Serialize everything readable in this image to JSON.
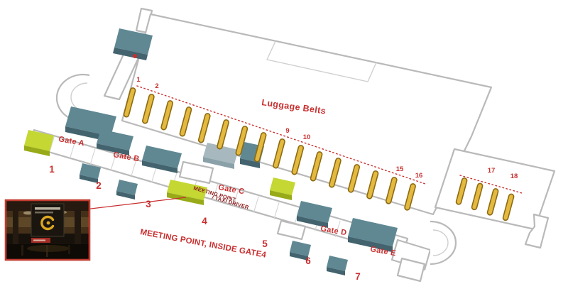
{
  "colors": {
    "red": "#c92f2f",
    "dark-red": "#8e2020",
    "teal-top": "#5f8893",
    "teal-side": "#43636e",
    "lime-top": "#c4d733",
    "lime-side": "#98aa18",
    "belt-fill": "#e3b93f",
    "belt-stroke": "#8d6a12",
    "photo-border": "#c23b30"
  },
  "labels": {
    "luggage_belts": "Luggage Belts",
    "meeting_point_taxi_line1": "MEETING POINT",
    "meeting_point_taxi_line2": "/ TAXI DRIVER",
    "meeting_point_inside": "MEETING POINT, INSIDE GATE4"
  },
  "belts": {
    "numbers": [
      "1",
      "2",
      "9",
      "10",
      "15",
      "16",
      "17",
      "18"
    ]
  },
  "gates": [
    "Gate A",
    "Gate B",
    "Gate C",
    "Gate D",
    "Gate E"
  ],
  "doors": [
    "1",
    "2",
    "3",
    "4",
    "5",
    "6",
    "7"
  ]
}
